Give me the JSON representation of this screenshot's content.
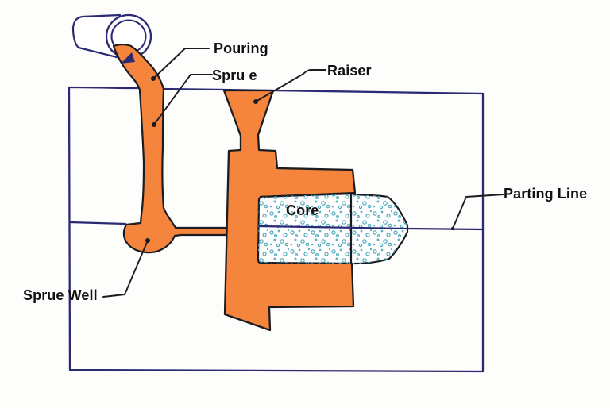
{
  "diagram": {
    "subject": "sand-casting-mold-cross-section",
    "labels": {
      "pouring": "Pouring",
      "sprue": "Spru e",
      "raiser": "Raiser",
      "parting_line": "Parting Line",
      "core": "Core",
      "sprue_well": "Sprue Well"
    }
  },
  "colors": {
    "metal": "#F5853C",
    "ink": "#1B1B20",
    "mold_line": "#2A2A74",
    "speckle": "#4FA9BE",
    "speckle_fill": "#5FB3C6",
    "label": "#111111",
    "background": "#FDFDFC",
    "white": "#FFFFFF"
  }
}
